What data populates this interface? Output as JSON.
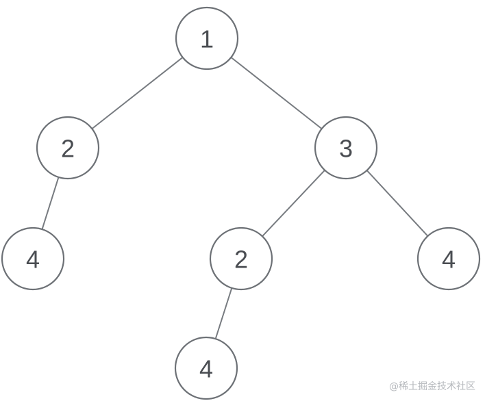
{
  "diagram": {
    "type": "binary-tree",
    "nodes": [
      {
        "id": "n1",
        "label": "1"
      },
      {
        "id": "n2",
        "label": "2"
      },
      {
        "id": "n3",
        "label": "3"
      },
      {
        "id": "n4a",
        "label": "4"
      },
      {
        "id": "n2b",
        "label": "2"
      },
      {
        "id": "n4b",
        "label": "4"
      },
      {
        "id": "n4c",
        "label": "4"
      }
    ],
    "edges": [
      {
        "from": "n1",
        "to": "n2"
      },
      {
        "from": "n1",
        "to": "n3"
      },
      {
        "from": "n2",
        "to": "n4a"
      },
      {
        "from": "n3",
        "to": "n2b"
      },
      {
        "from": "n3",
        "to": "n4b"
      },
      {
        "from": "n2b",
        "to": "n4c"
      }
    ]
  },
  "watermark": "@稀土掘金技术社区"
}
